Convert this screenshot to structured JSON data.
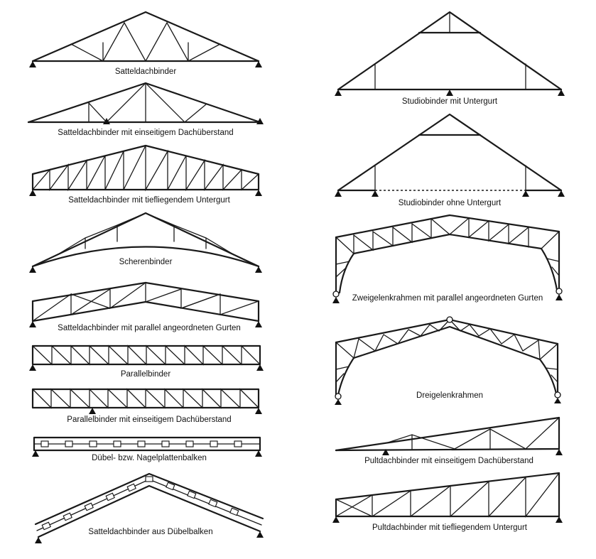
{
  "diagrams": [
    {
      "id": "satteldachbinder",
      "label": "Satteldachbinder"
    },
    {
      "id": "satteldachbinder-ueberstand",
      "label": "Satteldachbinder mit einseitigem Dachüberstand"
    },
    {
      "id": "satteldachbinder-untergurt",
      "label": "Satteldachbinder mit tiefliegendem Untergurt"
    },
    {
      "id": "scherenbinder",
      "label": "Scherenbinder"
    },
    {
      "id": "satteldachbinder-parallel",
      "label": "Satteldachbinder mit parallel angeordneten Gurten"
    },
    {
      "id": "parallelbinder",
      "label": "Parallelbinder"
    },
    {
      "id": "parallelbinder-ueberstand",
      "label": "Parallelbinder mit einseitigem Dachüberstand"
    },
    {
      "id": "duebelbalken",
      "label": "Dübel- bzw. Nagelplattenbalken"
    },
    {
      "id": "satteldachbinder-duebel",
      "label": "Satteldachbinder aus Dübelbalken"
    },
    {
      "id": "studiobinder-untergurt",
      "label": "Studiobinder mit Untergurt"
    },
    {
      "id": "studiobinder-ohne",
      "label": "Studiobinder ohne Untergurt"
    },
    {
      "id": "zweigelenkrahmen",
      "label": "Zweigelenkrahmen mit parallel angeordneten Gurten"
    },
    {
      "id": "dreigelenkrahmen",
      "label": "Dreigelenkrahmen"
    },
    {
      "id": "pultdachbinder-ueberstand",
      "label": "Pultdachbinder mit einseitigem Dachüberstand"
    },
    {
      "id": "pultdachbinder-untergurt",
      "label": "Pultdachbinder mit tiefliegendem Untergurt"
    }
  ]
}
